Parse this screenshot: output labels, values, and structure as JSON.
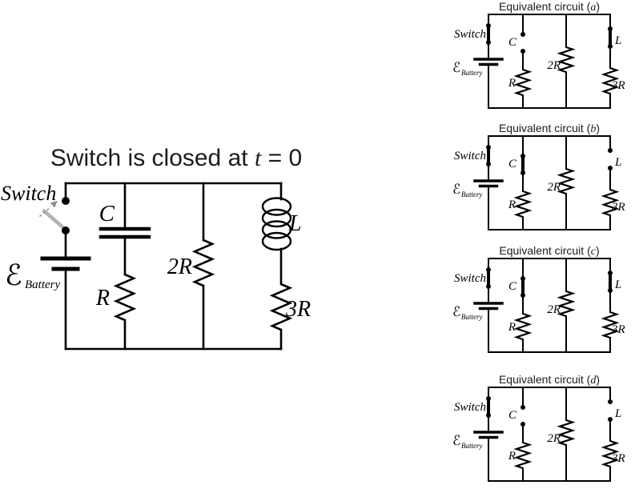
{
  "figure": {
    "background": "#ffffff",
    "ink": "#000000",
    "switch_lever_color": "#b3b3b3",
    "switch_arrow_color": "#8c8c8c"
  },
  "labels": {
    "switch": "Switch",
    "emf": "ℰ",
    "emf_subscript": "Battery",
    "capacitor": "C",
    "resistor": "R",
    "resistor_2r": "2R",
    "inductor": "L",
    "resistor_3r": "3R"
  },
  "main_circuit": {
    "title": {
      "prefix": "Switch is closed at ",
      "variable": "t",
      "suffix": " = 0"
    },
    "switch_state": "open"
  },
  "equivalent_circuits": [
    {
      "id": "a",
      "title_prefix": "Equivalent circuit (",
      "title_suffix": ")",
      "switch_state": "closed",
      "capacitor_state": "open",
      "inductor_state": "shorted"
    },
    {
      "id": "b",
      "title_prefix": "Equivalent circuit (",
      "title_suffix": ")",
      "switch_state": "closed",
      "capacitor_state": "shorted",
      "inductor_state": "open"
    },
    {
      "id": "c",
      "title_prefix": "Equivalent circuit (",
      "title_suffix": ")",
      "switch_state": "closed",
      "capacitor_state": "shorted",
      "inductor_state": "shorted"
    },
    {
      "id": "d",
      "title_prefix": "Equivalent circuit (",
      "title_suffix": ")",
      "switch_state": "closed",
      "capacitor_state": "open",
      "inductor_state": "open"
    }
  ]
}
